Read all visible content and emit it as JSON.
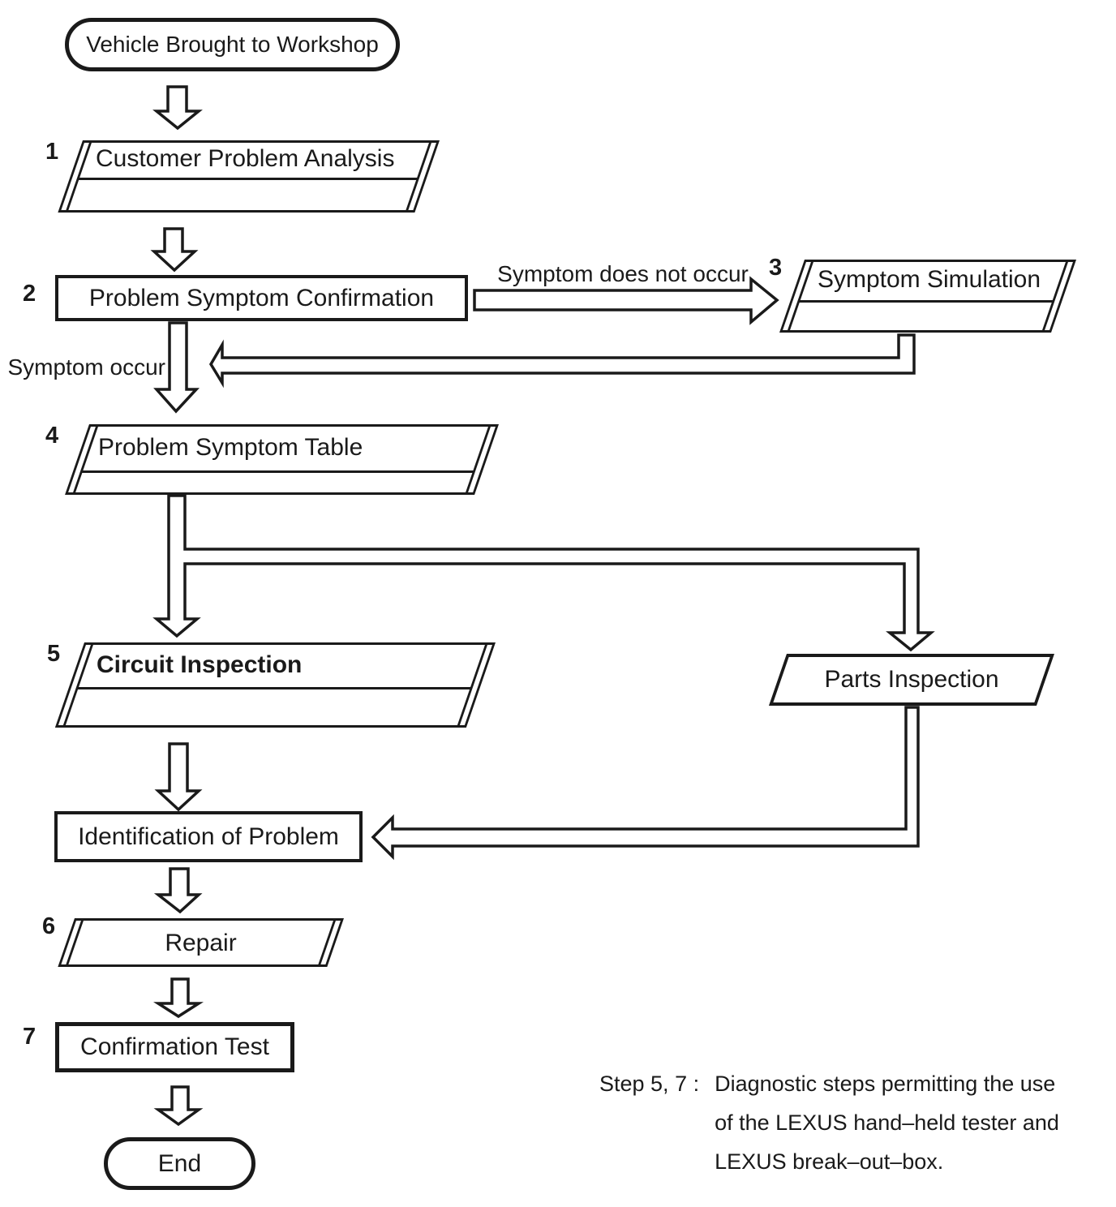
{
  "flowchart": {
    "start_label": "Vehicle Brought to Workshop",
    "steps": [
      {
        "number": "1",
        "label": "Customer Problem Analysis"
      },
      {
        "number": "2",
        "label": "Problem Symptom Confirmation"
      },
      {
        "number": "3",
        "label": "Symptom Simulation"
      },
      {
        "number": "4",
        "label": "Problem Symptom Table"
      },
      {
        "number": "5",
        "label": "Circuit Inspection"
      },
      {
        "number": "6",
        "label": "Repair"
      },
      {
        "number": "7",
        "label": "Confirmation Test"
      }
    ],
    "other_nodes": {
      "parts_inspection": "Parts Inspection",
      "identification": "Identification of Problem",
      "end_label": "End"
    },
    "edge_labels": {
      "no_symptom": "Symptom does not occur",
      "symptom": "Symptom occur"
    },
    "note": {
      "label": "Step 5, 7 :",
      "lines": [
        "Diagnostic steps permitting the use",
        "of the LEXUS hand–held tester and",
        "LEXUS break–out–box."
      ]
    },
    "colors": {
      "ink": "#1a1a1a",
      "paper": "#ffffff"
    }
  }
}
